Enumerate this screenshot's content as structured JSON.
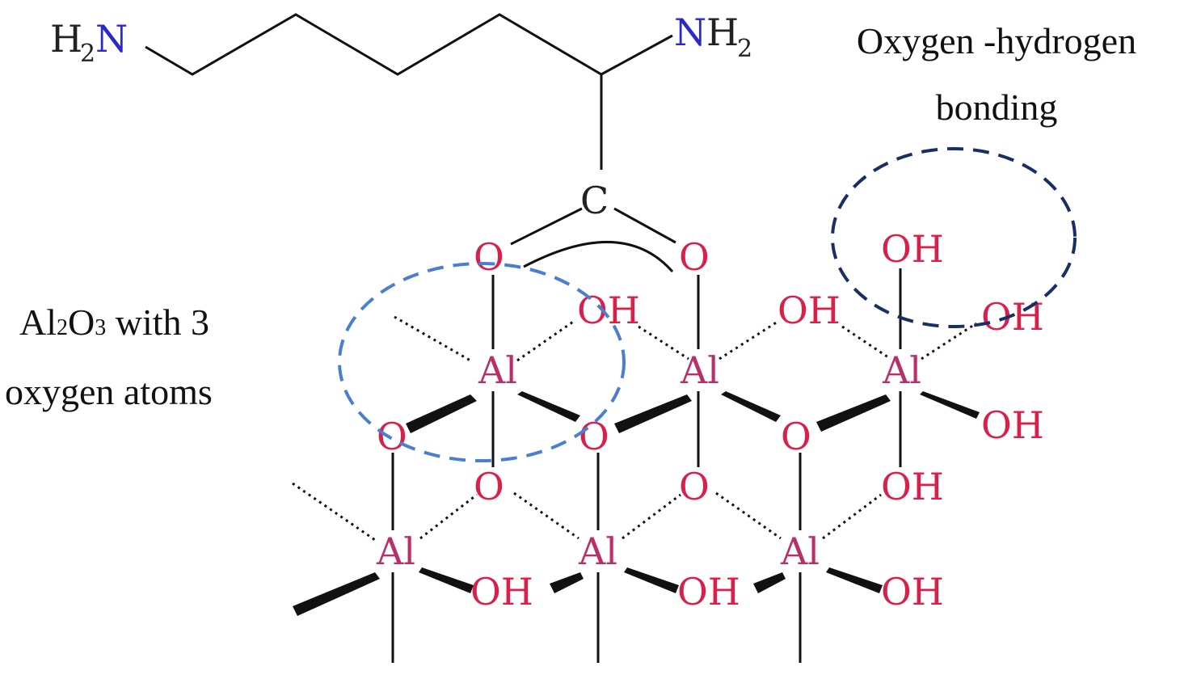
{
  "labels": {
    "oh_caption_line1": "Oxygen -hydrogen",
    "oh_caption_line2": "bonding",
    "al_caption_part1": "Al",
    "al_caption_sub1": "2",
    "al_caption_part2": "O",
    "al_caption_sub2": "3",
    "al_caption_part3": " with 3",
    "al_caption_line2": "oxygen atoms"
  },
  "atoms": {
    "h": "H",
    "sub2": "2",
    "n": "N",
    "c": "C",
    "o": "O",
    "al": "Al",
    "oh": "OH"
  },
  "colors": {
    "nitrogen": "#2a2ac8",
    "oxygen": "#d8204a",
    "aluminum": "#b8306a",
    "carbon": "#222222",
    "bond": "#111111",
    "circle_light": "#4a7fd0",
    "circle_dark": "#1a2e66"
  }
}
